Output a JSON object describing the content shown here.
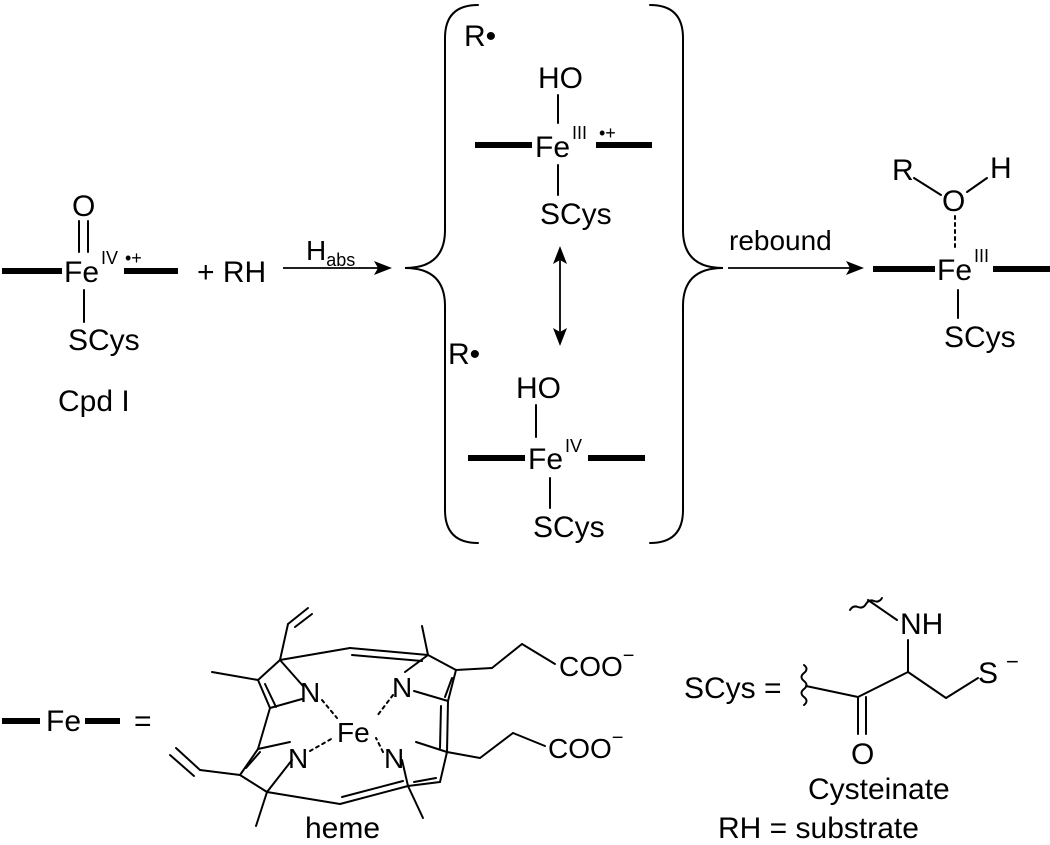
{
  "cpd1": {
    "oxo": "O",
    "metal": "Fe",
    "oxidation": "IV",
    "radical": "•+",
    "ligand": "SCys",
    "name": "Cpd I"
  },
  "reactant": {
    "plus_rh": "+ RH"
  },
  "step1": {
    "label": "H",
    "sub": "abs"
  },
  "intermediate_top": {
    "radical": "R•",
    "hydroxo": "HO",
    "metal": "Fe",
    "oxidation": "III",
    "radical_cation": "•+",
    "ligand": "SCys"
  },
  "intermediate_bottom": {
    "radical": "R•",
    "hydroxo": "HO",
    "metal": "Fe",
    "oxidation": "IV",
    "ligand": "SCys"
  },
  "step2": {
    "label": "rebound"
  },
  "product": {
    "r": "R",
    "o": "O",
    "h": "H",
    "metal": "Fe",
    "oxidation": "III",
    "ligand": "SCys"
  },
  "heme_legend": {
    "metal": "Fe",
    "equals": "=",
    "carboxylate_1": "COO",
    "carboxylate_2": "COO",
    "charge": "−",
    "n_atom": "N",
    "name": "heme"
  },
  "scys_legend": {
    "lhs": "SCys =",
    "nh": "NH",
    "s": "S",
    "charge": "−",
    "carbonyl_o": "O",
    "name": "Cysteinate"
  },
  "footnote": {
    "text": "RH = substrate"
  }
}
